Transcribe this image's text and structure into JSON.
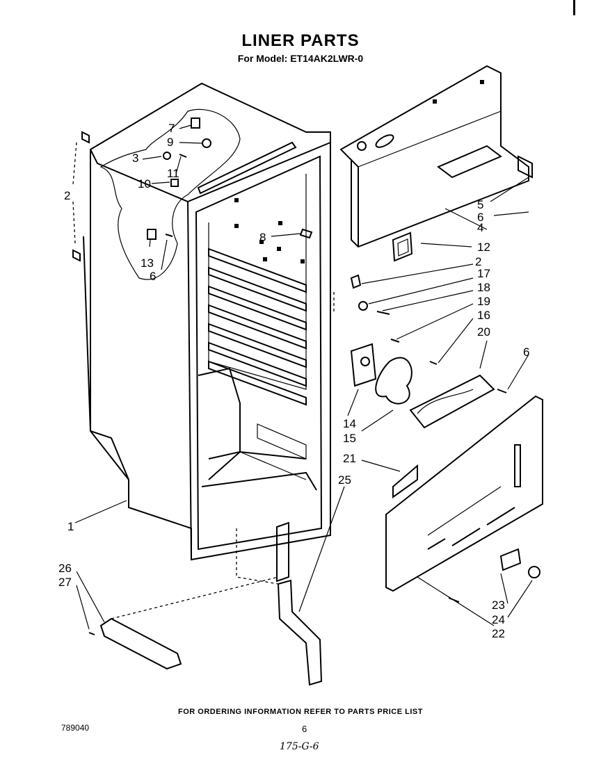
{
  "header": {
    "title": "LINER PARTS",
    "model": "For Model: ET14AK2LWR-0"
  },
  "callouts": [
    "1",
    "2",
    "2",
    "3",
    "4",
    "5",
    "6",
    "6",
    "6",
    "7",
    "8",
    "9",
    "10",
    "11",
    "12",
    "13",
    "14",
    "15",
    "16",
    "17",
    "18",
    "19",
    "20",
    "21",
    "22",
    "23",
    "24",
    "25",
    "26",
    "27"
  ],
  "footer": {
    "ordering_note": "FOR ORDERING INFORMATION REFER TO PARTS PRICE LIST",
    "ref_number": "789040",
    "page_number": "6",
    "handwritten": "175-G-6"
  }
}
